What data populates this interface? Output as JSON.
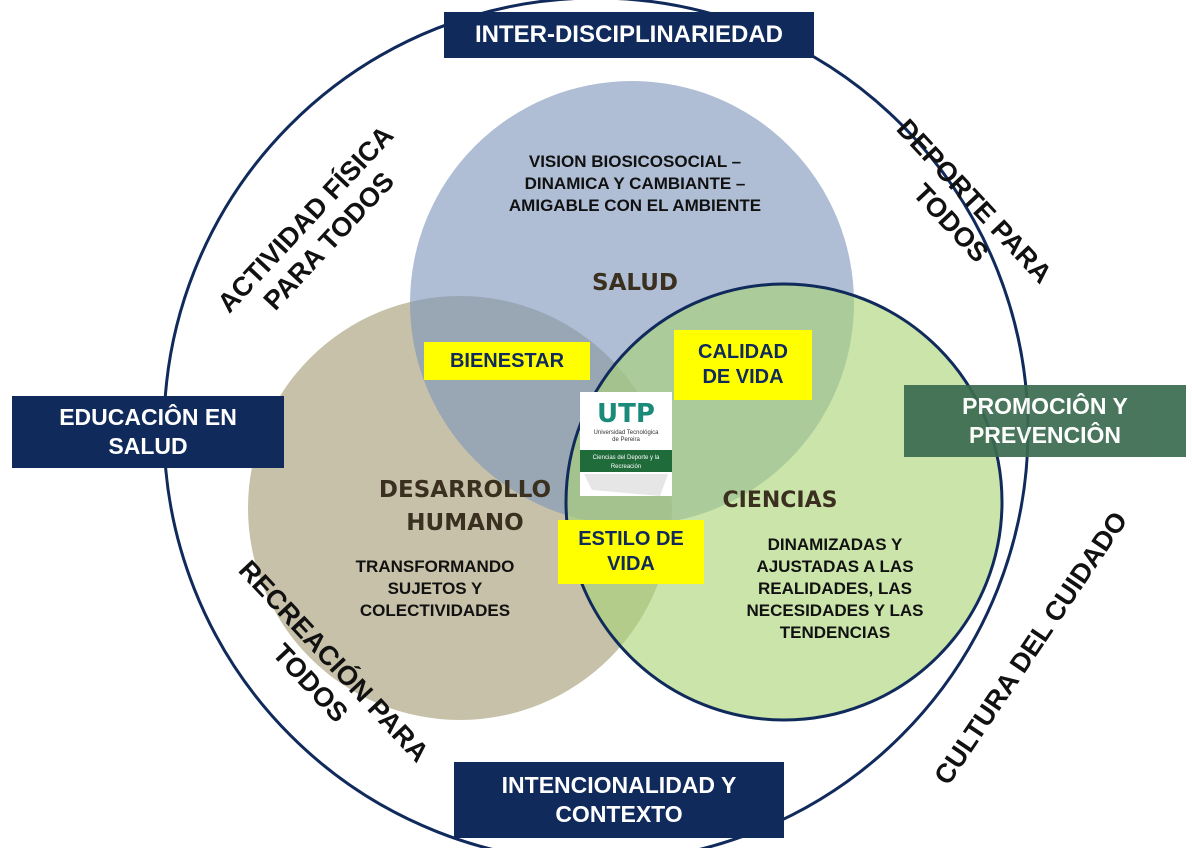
{
  "outer_labels": {
    "top": "INTER-DISCIPLINARIEDAD",
    "left": "EDUCACIÔN EN SALUD",
    "right": "PROMOCIÔN Y PREVENCIÔN",
    "bottom": "INTENCIONALIDAD Y CONTEXTO"
  },
  "ring_labels": {
    "actividad_line1": "ACTIVIDAD FÍSICA",
    "actividad_line2": "PARA TODOS",
    "deporte_line1": "DEPORTE PARA",
    "deporte_line2": "TODOS",
    "recreacion_line1": "RECREACIÓN PARA",
    "recreacion_line2": "TODOS",
    "cultura": "CULTURA DEL CUIDADO"
  },
  "salud": {
    "title": "SALUD",
    "line1": "VISION BIOSICOSOCIAL –",
    "line2": "DINAMICA Y CAMBIANTE –",
    "line3": "AMIGABLE CON EL AMBIENTE"
  },
  "desarrollo": {
    "title_line1": "DESARROLLO",
    "title_line2": "HUMANO",
    "line1": "TRANSFORMANDO",
    "line2": "SUJETOS Y",
    "line3": "COLECTIVIDADES"
  },
  "ciencias": {
    "title": "CIENCIAS",
    "line1": "DINAMIZADAS Y",
    "line2": "AJUSTADAS A LAS",
    "line3": "REALIDADES, LAS",
    "line4": "NECESIDADES Y LAS",
    "line5": "TENDENCIAS"
  },
  "intersections": {
    "bienestar": "BIENESTAR",
    "calidad_line1": "CALIDAD",
    "calidad_line2": "DE VIDA",
    "estilo_line1": "ESTILO DE",
    "estilo_line2": "VIDA"
  },
  "logo": {
    "mark": "UTP",
    "line1": "Universidad Tecnológica",
    "line2": "de Pereira",
    "tag": "Ciencias del Deporte y la Recreación"
  },
  "colors": {
    "navy": "#102a5c",
    "salud_circle": "#8ea3c4",
    "desarrollo_circle": "#b0a784",
    "ciencias_circle": "#b9dc8c",
    "yellow": "#ffff00",
    "promocion_box": "#3a6b4f"
  }
}
